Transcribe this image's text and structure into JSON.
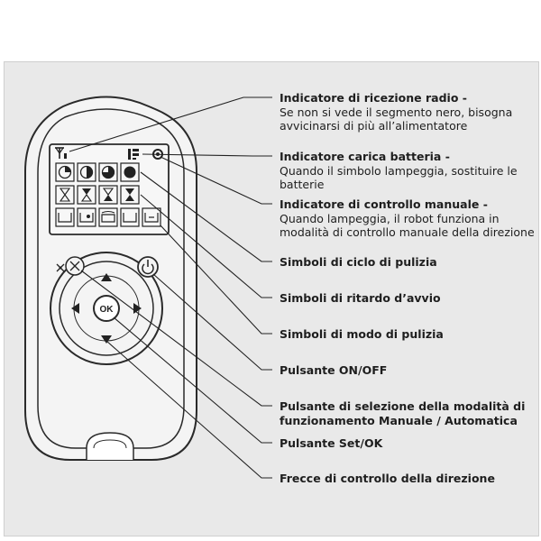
{
  "callouts": [
    {
      "title": "Indicatore di ricezione radio -",
      "desc": "Se non si vede il segmento nero, bisogna avvicinarsi di più all’alimentatore"
    },
    {
      "title": "Indicatore carica batteria -",
      "desc": "Quando il simbolo lampeggia, sostituire le batterie"
    },
    {
      "title": "Indicatore di controllo manuale -",
      "desc": "Quando lampeggia, il robot funziona in modalità di controllo manuale della direzione"
    },
    {
      "title": "Simboli di ciclo di pulizia"
    },
    {
      "title": "Simboli di ritardo d’avvio"
    },
    {
      "title": "Simboli di modo di pulizia"
    },
    {
      "title": "Pulsante ON/OFF"
    },
    {
      "title": "Pulsante di selezione della modalità di funzionamento Manuale / Automatica"
    },
    {
      "title": "Pulsante Set/OK"
    },
    {
      "title": "Frecce di controllo della direzione"
    }
  ],
  "remote": {
    "ok_label": "OK"
  },
  "colors": {
    "background": "#e9e9e9",
    "remote_body": "#f4f4f4",
    "outline": "#2a2a2a",
    "screen": "#f7f7f7"
  }
}
